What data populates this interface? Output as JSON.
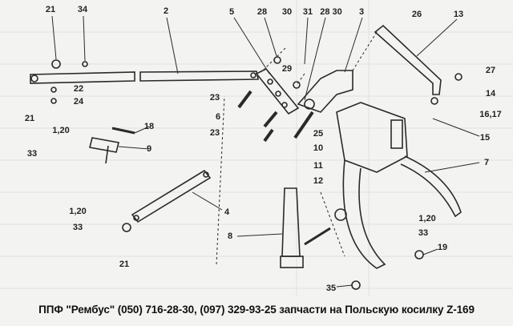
{
  "labels": [
    "21",
    "34",
    "2",
    "5",
    "28",
    "30",
    "31",
    "28 30",
    "3",
    "26",
    "13",
    "27",
    "14",
    "16,17",
    "15",
    "29",
    "22",
    "24",
    "21",
    "1,20",
    "33",
    "18",
    "9",
    "23",
    "6",
    "23",
    "25",
    "10",
    "11",
    "7",
    "12",
    "4",
    "1,20",
    "33",
    "21",
    "8",
    "1,20",
    "33",
    "19",
    "35"
  ],
  "footer": "ППФ \"Рембус\" (050) 716-28-30, (097) 329-93-25   запчасти на Польскую косилку Z-169",
  "colors": {
    "ink": "#2a2a2a",
    "paper": "#f3f3f1"
  }
}
